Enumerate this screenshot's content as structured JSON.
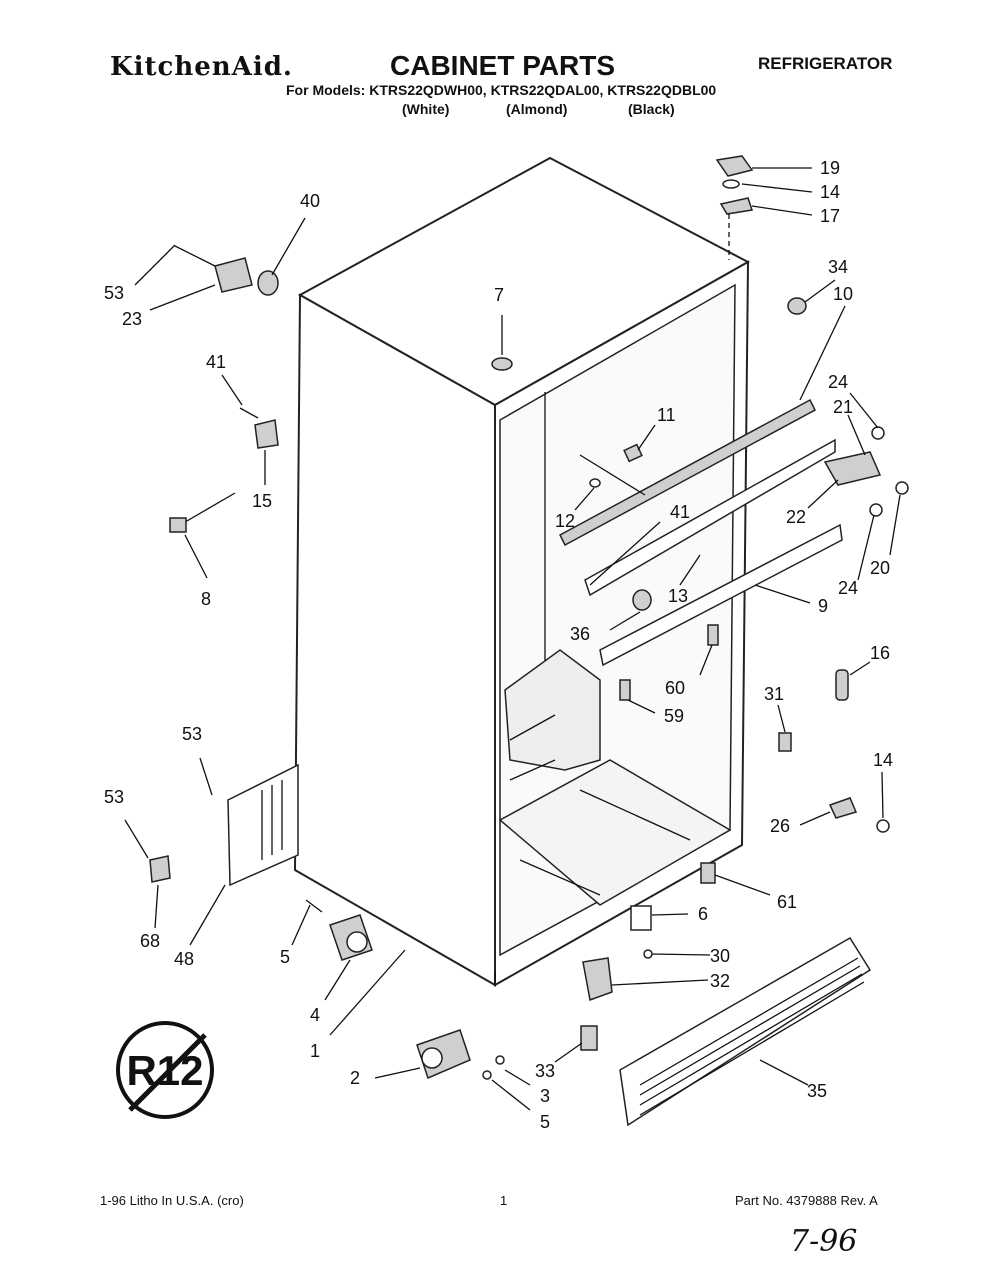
{
  "header": {
    "brand": "KitchenAid.",
    "title": "CABINET PARTS",
    "category": "REFRIGERATOR",
    "models": "For Models: KTRS22QDWH00, KTRS22QDAL00, KTRS22QDBL00",
    "variants": [
      "(White)",
      "(Almond)",
      "(Black)"
    ]
  },
  "callouts": [
    "19",
    "14",
    "17",
    "34",
    "10",
    "24",
    "21",
    "11",
    "22",
    "20",
    "24",
    "12",
    "41",
    "13",
    "9",
    "36",
    "60",
    "59",
    "16",
    "31",
    "14",
    "26",
    "61",
    "6",
    "30",
    "32",
    "33",
    "35",
    "3",
    "5",
    "2",
    "1",
    "4",
    "5",
    "68",
    "48",
    "53",
    "53",
    "40",
    "53",
    "23",
    "7",
    "41",
    "15",
    "8"
  ],
  "badge": "R12",
  "footer": {
    "left": "1-96 Litho In U.S.A. (cro)",
    "page": "1",
    "part_no": "Part No. 4379888 Rev. A",
    "handwritten": "7-96"
  }
}
